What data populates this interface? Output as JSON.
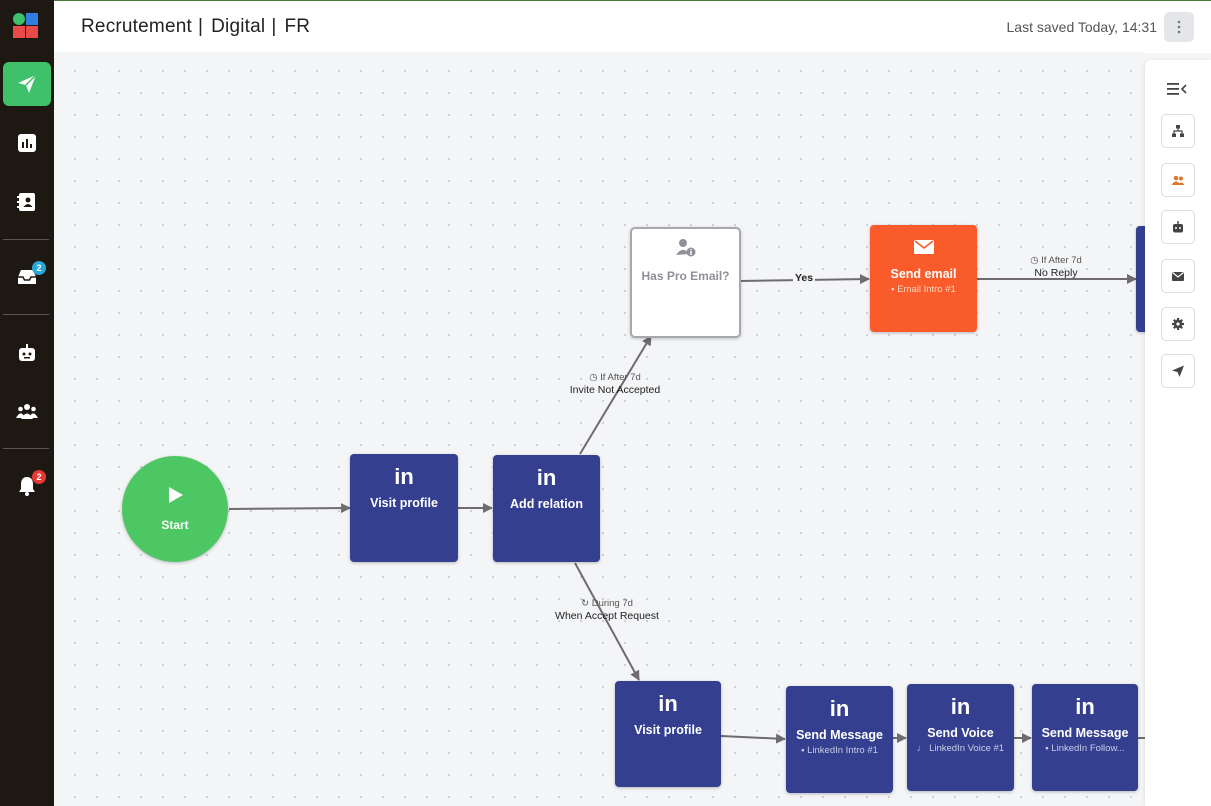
{
  "header": {
    "title_parts": [
      "Recrutement",
      "Digital",
      "FR"
    ],
    "saved_text": "Last saved Today, 14:31"
  },
  "sidebar": {
    "items": [
      {
        "icon": "send-icon",
        "active": true
      },
      {
        "icon": "bar-chart-icon"
      },
      {
        "icon": "contacts-book-icon"
      },
      {
        "icon": "inbox-icon",
        "badge": "2"
      },
      {
        "icon": "robot-icon"
      },
      {
        "icon": "team-icon"
      },
      {
        "icon": "bell-icon",
        "badge": "2"
      }
    ]
  },
  "flow": {
    "start": {
      "label": "Start"
    },
    "visit_profile_1": {
      "icon": "in",
      "label": "Visit profile"
    },
    "add_relation": {
      "icon": "in",
      "label": "Add relation"
    },
    "has_pro_email": {
      "label": "Has Pro Email?"
    },
    "send_email": {
      "label": "Send email",
      "sub": "Email Intro #1"
    },
    "visit_profile_2": {
      "icon": "in",
      "label": "Visit profile"
    },
    "send_message_1": {
      "icon": "in",
      "label": "Send Message",
      "sub": "LinkedIn Intro #1"
    },
    "send_voice": {
      "icon": "in",
      "label": "Send Voice",
      "sub": "LinkedIn Voice #1"
    },
    "send_message_2": {
      "icon": "in",
      "label": "Send Message",
      "sub": "LinkedIn Follow..."
    },
    "edges": {
      "invite_not_accepted": {
        "cond": "If After 7d",
        "label": "Invite Not Accepted"
      },
      "yes": {
        "label": "Yes"
      },
      "no_reply": {
        "cond": "If After 7d",
        "label": "No Reply"
      },
      "accept_request": {
        "cond": "During 7d",
        "label": "When Accept Request"
      }
    }
  },
  "colors": {
    "linkedin_node": "#34408f",
    "email_node": "#fa5b2a",
    "start_node": "#4cc764",
    "sidebar_bg": "#1d1812",
    "active_nav": "#3fc06b",
    "badge_blue": "#2aa7d9",
    "badge_red": "#e53935"
  },
  "right_panel": {
    "tools": [
      "collapse-menu-icon",
      "sitemap-icon",
      "users-icon",
      "robot-icon",
      "mail-icon",
      "gear-icon",
      "send-icon"
    ]
  }
}
